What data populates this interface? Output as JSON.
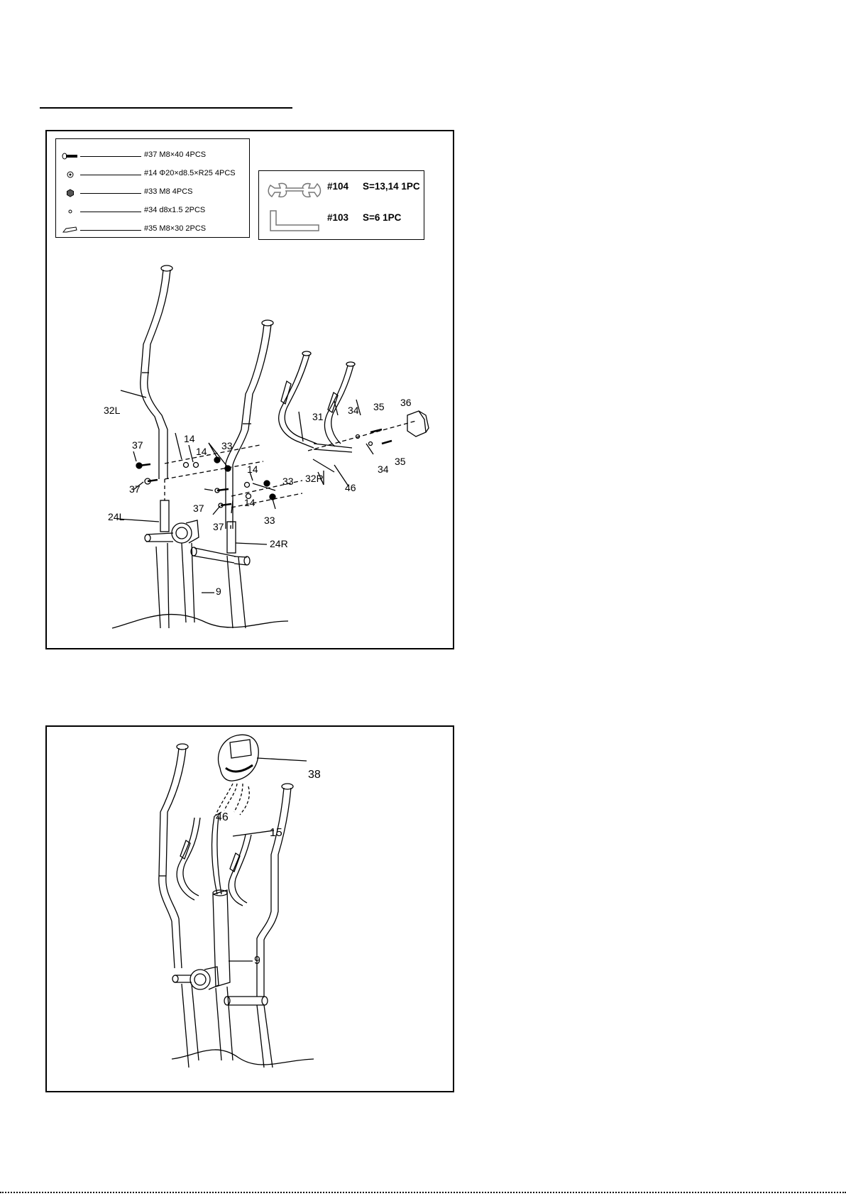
{
  "hardware": [
    {
      "icon": "bolt-m8x40-icon",
      "label": "#37  M8×40  4PCS"
    },
    {
      "icon": "curved-washer-icon",
      "label": "#14  Φ20×d8.5×R25  4PCS"
    },
    {
      "icon": "nut-m8-icon",
      "label": "#33  M8  4PCS"
    },
    {
      "icon": "washer-d8-icon",
      "label": "#34  d8x1.5  2PCS"
    },
    {
      "icon": "bolt-m8x30-icon",
      "label": "#35  M8×30  2PCS"
    }
  ],
  "tools": [
    {
      "icon": "wrench-icon",
      "code": "#104",
      "spec": "S=13,14  1PC"
    },
    {
      "icon": "allen-key-icon",
      "code": "#103",
      "spec": "S=6 1PC"
    }
  ],
  "figure1_callouts": {
    "c32L": "32L",
    "c37a": "37",
    "c37b": "37",
    "c14a": "14",
    "c14b": "14",
    "c33a": "33",
    "c31": "31",
    "c34a": "34",
    "c35a": "35",
    "c36": "36",
    "c35b": "35",
    "c34b": "34",
    "c32R": "32R",
    "c46": "46",
    "c14c": "14",
    "c33b": "33",
    "c37c": "37",
    "c37d": "37",
    "c14d": "14",
    "c33c": "33",
    "c24L": "24L",
    "c24R": "24R",
    "c9": "9"
  },
  "figure2_callouts": {
    "c38": "38",
    "c46": "46",
    "c15": "15",
    "c9": "9"
  }
}
